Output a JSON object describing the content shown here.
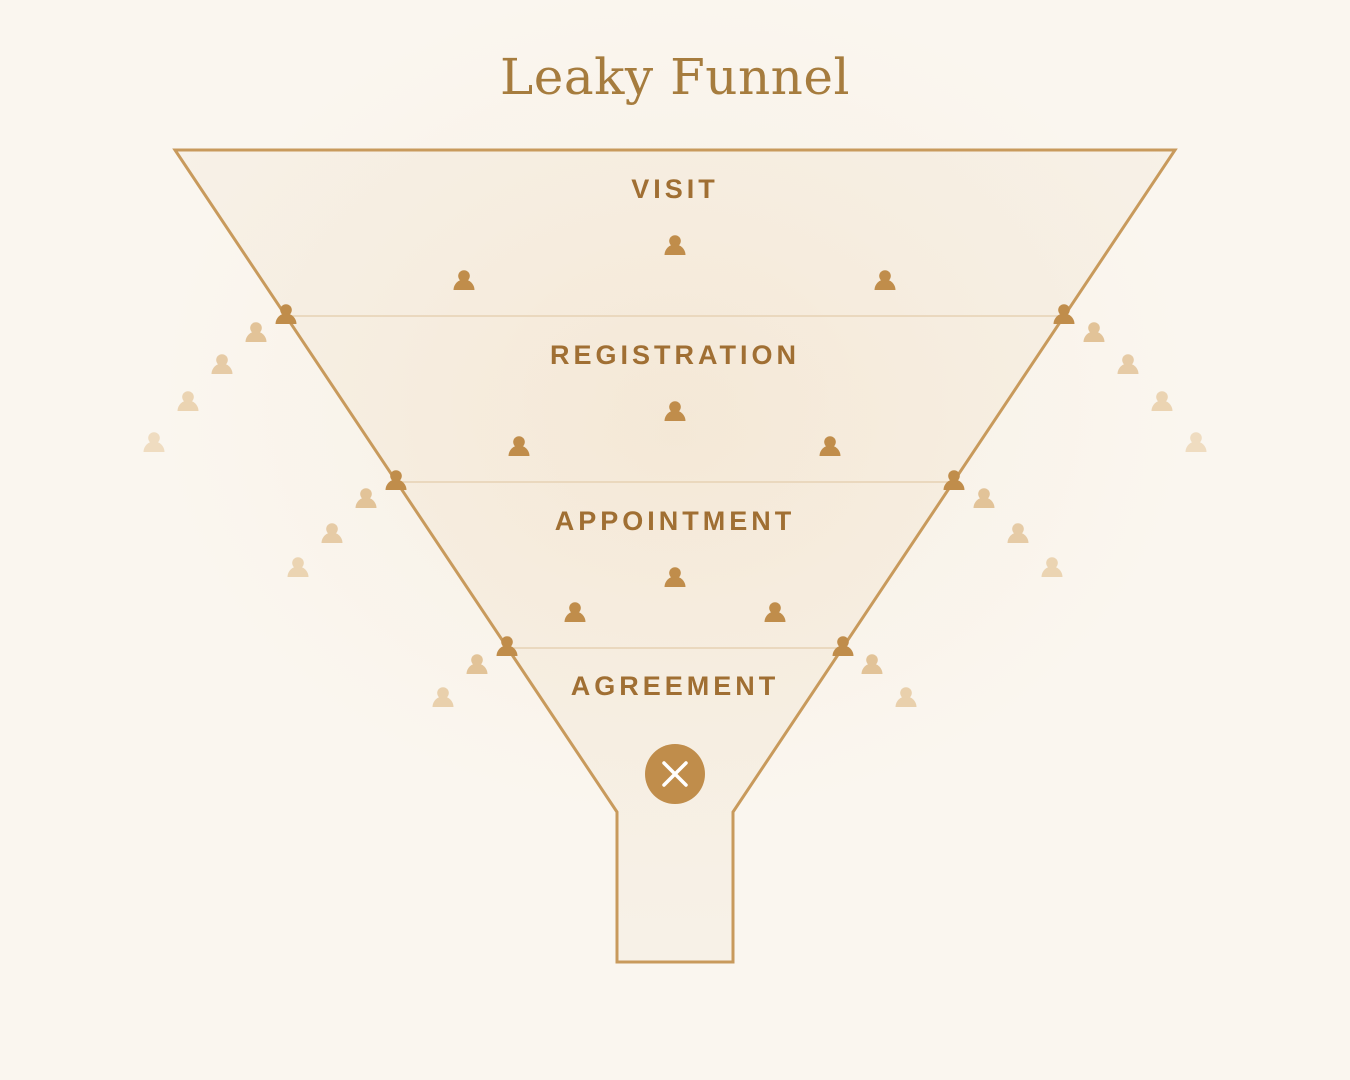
{
  "title": "Leaky Funnel",
  "stages": [
    {
      "label": "VISIT"
    },
    {
      "label": "REGISTRATION"
    },
    {
      "label": "APPOINTMENT"
    },
    {
      "label": "AGREEMENT"
    }
  ],
  "icons": {
    "person": "person-icon",
    "leak": "leaking-person-icon",
    "blocked": "close-icon"
  },
  "colors": {
    "accent": "#c08d4b",
    "outline": "#c89a5c",
    "label": "#a06f33",
    "title": "#a67c3e",
    "leak_faded": "#ebd4b2",
    "background": "#faf6ef"
  }
}
